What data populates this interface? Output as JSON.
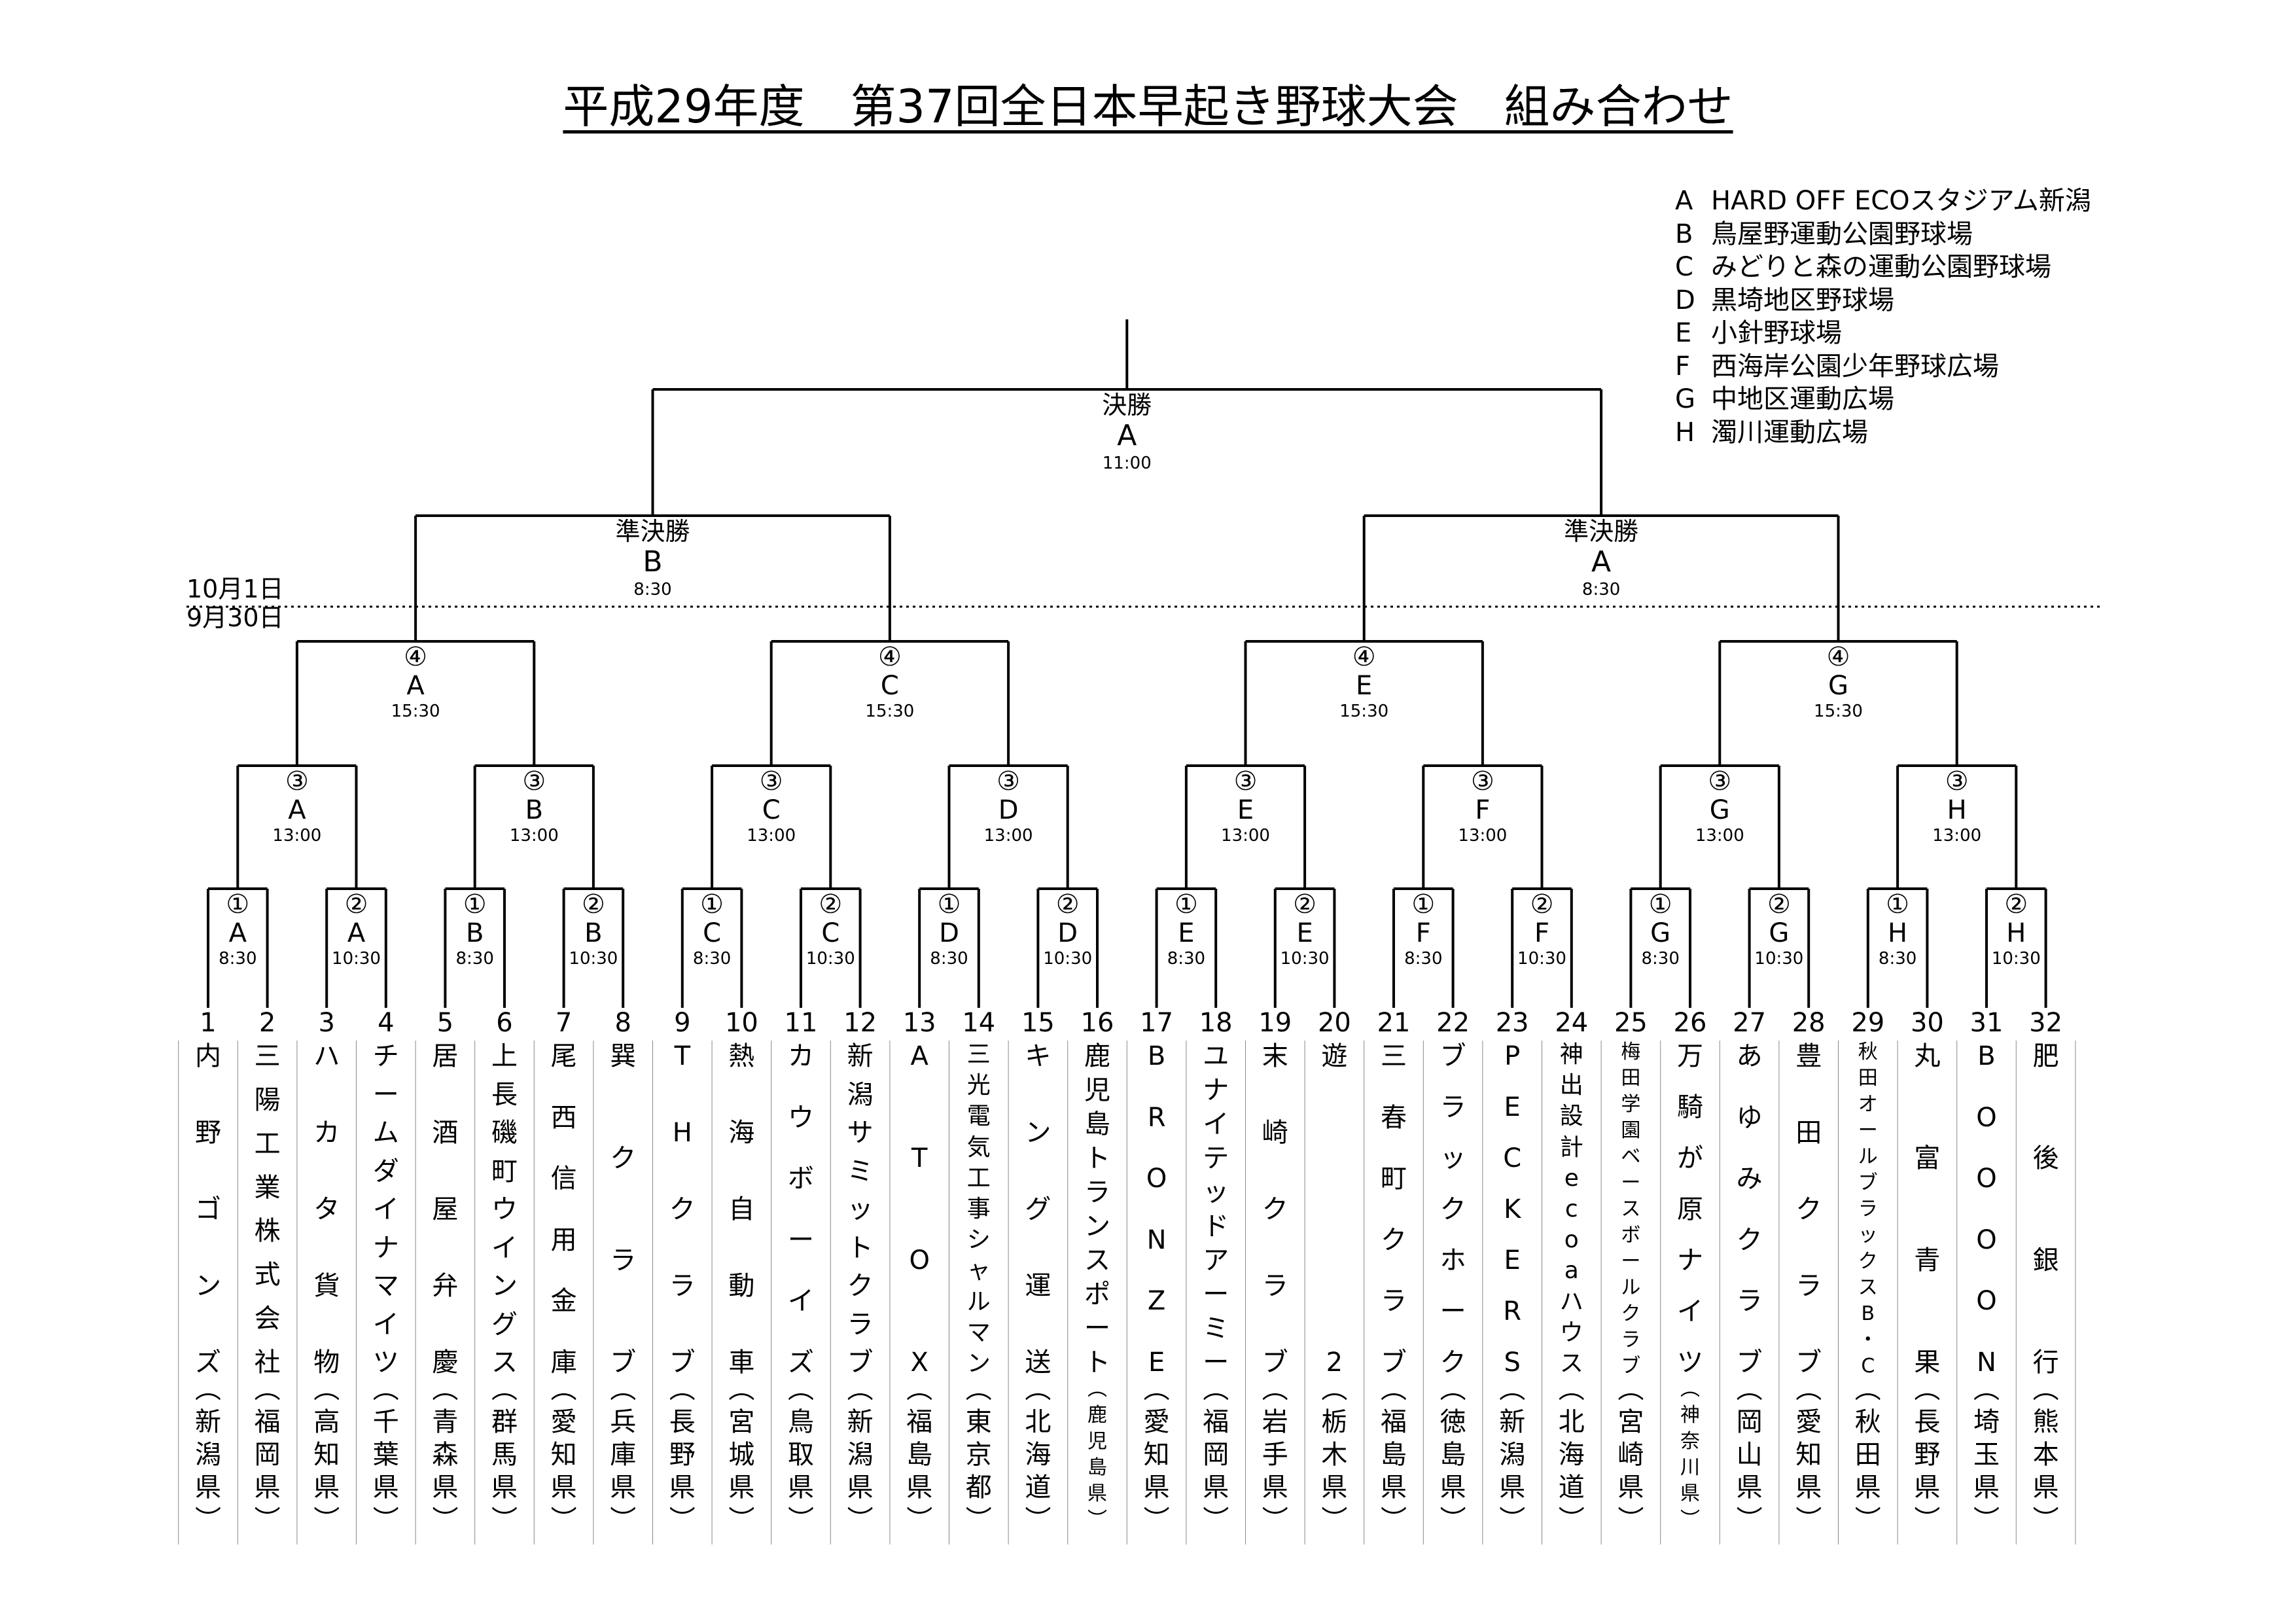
{
  "title": "平成29年度　第37回全日本早起き野球大会　組み合わせ",
  "venues": [
    {
      "key": "A",
      "name": "HARD OFF ECOスタジアム新潟"
    },
    {
      "key": "B",
      "name": "鳥屋野運動公園野球場"
    },
    {
      "key": "C",
      "name": "みどりと森の運動公園野球場"
    },
    {
      "key": "D",
      "name": "黒埼地区野球場"
    },
    {
      "key": "E",
      "name": "小針野球場"
    },
    {
      "key": "F",
      "name": "西海岸公園少年野球広場"
    },
    {
      "key": "G",
      "name": "中地区運動広場"
    },
    {
      "key": "H",
      "name": "濁川運動広場"
    }
  ],
  "dates": {
    "upper": "10月1日",
    "lower": "9月30日"
  },
  "final": {
    "round": "決勝",
    "venue": "A",
    "time": "11:00"
  },
  "semifinals": [
    {
      "round": "準決勝",
      "venue": "B",
      "time": "8:30"
    },
    {
      "round": "準決勝",
      "venue": "A",
      "time": "8:30"
    }
  ],
  "round4": [
    {
      "num": "④",
      "venue": "A",
      "time": "15:30"
    },
    {
      "num": "④",
      "venue": "C",
      "time": "15:30"
    },
    {
      "num": "④",
      "venue": "E",
      "time": "15:30"
    },
    {
      "num": "④",
      "venue": "G",
      "time": "15:30"
    }
  ],
  "round3": [
    {
      "num": "③",
      "venue": "A",
      "time": "13:00"
    },
    {
      "num": "③",
      "venue": "B",
      "time": "13:00"
    },
    {
      "num": "③",
      "venue": "C",
      "time": "13:00"
    },
    {
      "num": "③",
      "venue": "D",
      "time": "13:00"
    },
    {
      "num": "③",
      "venue": "E",
      "time": "13:00"
    },
    {
      "num": "③",
      "venue": "F",
      "time": "13:00"
    },
    {
      "num": "③",
      "venue": "G",
      "time": "13:00"
    },
    {
      "num": "③",
      "venue": "H",
      "time": "13:00"
    }
  ],
  "round1": [
    {
      "num": "①",
      "venue": "A",
      "time": "8:30"
    },
    {
      "num": "②",
      "venue": "A",
      "time": "10:30"
    },
    {
      "num": "①",
      "venue": "B",
      "time": "8:30"
    },
    {
      "num": "②",
      "venue": "B",
      "time": "10:30"
    },
    {
      "num": "①",
      "venue": "C",
      "time": "8:30"
    },
    {
      "num": "②",
      "venue": "C",
      "time": "10:30"
    },
    {
      "num": "①",
      "venue": "D",
      "time": "8:30"
    },
    {
      "num": "②",
      "venue": "D",
      "time": "10:30"
    },
    {
      "num": "①",
      "venue": "E",
      "time": "8:30"
    },
    {
      "num": "②",
      "venue": "E",
      "time": "10:30"
    },
    {
      "num": "①",
      "venue": "F",
      "time": "8:30"
    },
    {
      "num": "②",
      "venue": "F",
      "time": "10:30"
    },
    {
      "num": "①",
      "venue": "G",
      "time": "8:30"
    },
    {
      "num": "②",
      "venue": "G",
      "time": "10:30"
    },
    {
      "num": "①",
      "venue": "H",
      "time": "8:30"
    },
    {
      "num": "②",
      "venue": "H",
      "time": "10:30"
    }
  ],
  "teams": [
    {
      "seed": "1",
      "name": "内野ゴンズ",
      "pref": "新潟県"
    },
    {
      "seed": "2",
      "name": "三陽工業株式会社",
      "pref": "福岡県"
    },
    {
      "seed": "3",
      "name": "ハカタ貨物",
      "pref": "高知県"
    },
    {
      "seed": "4",
      "name": "チームダイナマイツ",
      "pref": "千葉県"
    },
    {
      "seed": "5",
      "name": "居酒屋弁慶",
      "pref": "青森県"
    },
    {
      "seed": "6",
      "name": "上長磯町ウイングス",
      "pref": "群馬県"
    },
    {
      "seed": "7",
      "name": "尾西信用金庫",
      "pref": "愛知県"
    },
    {
      "seed": "8",
      "name": "巽クラブ",
      "pref": "兵庫県"
    },
    {
      "seed": "9",
      "name": "THクラブ",
      "pref": "長野県"
    },
    {
      "seed": "10",
      "name": "熱海自動車",
      "pref": "宮城県"
    },
    {
      "seed": "11",
      "name": "カウボーイズ",
      "pref": "鳥取県"
    },
    {
      "seed": "12",
      "name": "新潟サミットクラブ",
      "pref": "新潟県"
    },
    {
      "seed": "13",
      "name": "ATOX",
      "pref": "福島県"
    },
    {
      "seed": "14",
      "name": "三光電気工事シャルマン",
      "pref": "東京都"
    },
    {
      "seed": "15",
      "name": "キング運送",
      "pref": "北海道"
    },
    {
      "seed": "16",
      "name": "鹿児島トランスポート",
      "pref": "鹿児島県"
    },
    {
      "seed": "17",
      "name": "BRONZE",
      "pref": "愛知県"
    },
    {
      "seed": "18",
      "name": "ユナイテッドアーミー",
      "pref": "福岡県"
    },
    {
      "seed": "19",
      "name": "末崎クラブ",
      "pref": "岩手県"
    },
    {
      "seed": "20",
      "name": "遊2",
      "pref": "栃木県"
    },
    {
      "seed": "21",
      "name": "三春町クラブ",
      "pref": "福島県"
    },
    {
      "seed": "22",
      "name": "ブラックホーク",
      "pref": "徳島県"
    },
    {
      "seed": "23",
      "name": "PECKERS",
      "pref": "新潟県"
    },
    {
      "seed": "24",
      "name": "神出設計ecoaハウス",
      "pref": "北海道"
    },
    {
      "seed": "25",
      "name": "梅田学園ベースボールクラブ",
      "pref": "宮崎県"
    },
    {
      "seed": "26",
      "name": "万騎が原ナイツ",
      "pref": "神奈川県"
    },
    {
      "seed": "27",
      "name": "あゆみクラブ",
      "pref": "岡山県"
    },
    {
      "seed": "28",
      "name": "豊田クラブ",
      "pref": "愛知県"
    },
    {
      "seed": "29",
      "name": "秋田オールブラックスB・C",
      "pref": "秋田県"
    },
    {
      "seed": "30",
      "name": "丸富青果",
      "pref": "長野県"
    },
    {
      "seed": "31",
      "name": "BOOOON",
      "pref": "埼玉県"
    },
    {
      "seed": "32",
      "name": "肥後銀行",
      "pref": "熊本県"
    }
  ]
}
